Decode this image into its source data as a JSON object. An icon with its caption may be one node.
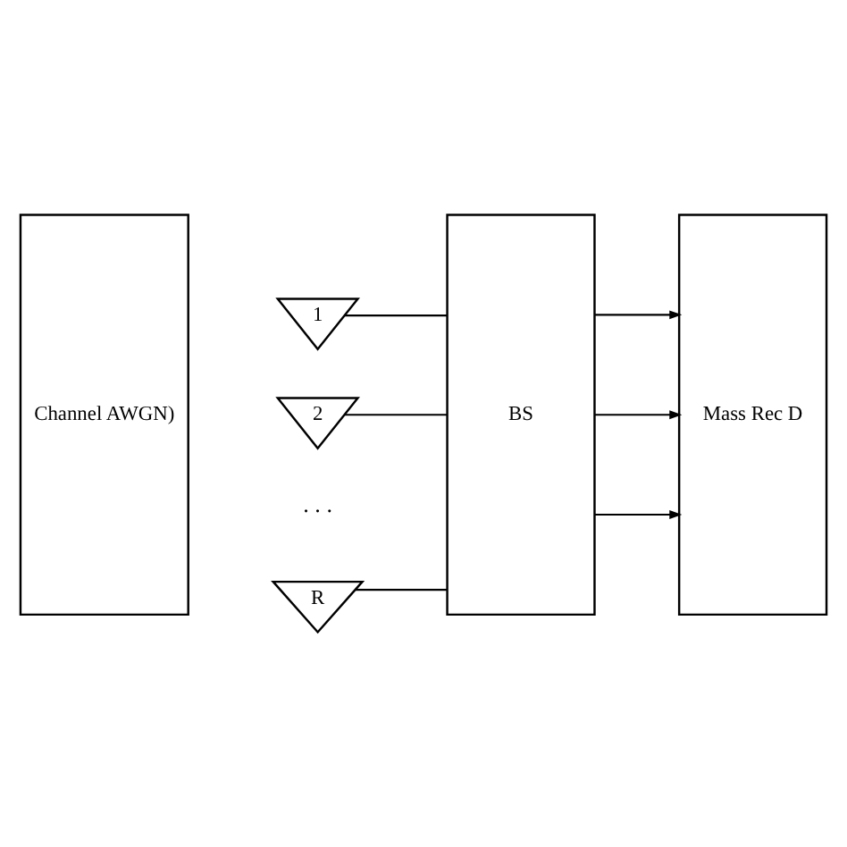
{
  "diagram": {
    "nodes": [
      {
        "text": [
          "Channel AWGN)"
        ]
      },
      {
        "text": [
          "1"
        ]
      },
      {
        "text": [
          "2"
        ]
      },
      {
        "text": [
          "R"
        ]
      },
      {
        "text": [
          "BS"
        ]
      },
      {
        "text": [
          "Mass Rec D"
        ]
      }
    ],
    "edges": [
      {
        "from": 1,
        "to": 4,
        "arrow": "none"
      },
      {
        "from": 2,
        "to": 4,
        "arrow": "none"
      },
      {
        "from": 3,
        "to": 4,
        "arrow": "none"
      },
      {
        "from": 4,
        "to": 5,
        "arrow": "to"
      },
      {
        "from": 4,
        "to": 5,
        "arrow": "to"
      },
      {
        "from": 4,
        "to": 5,
        "arrow": "to"
      }
    ],
    "labels": [
      ". . ."
    ]
  }
}
